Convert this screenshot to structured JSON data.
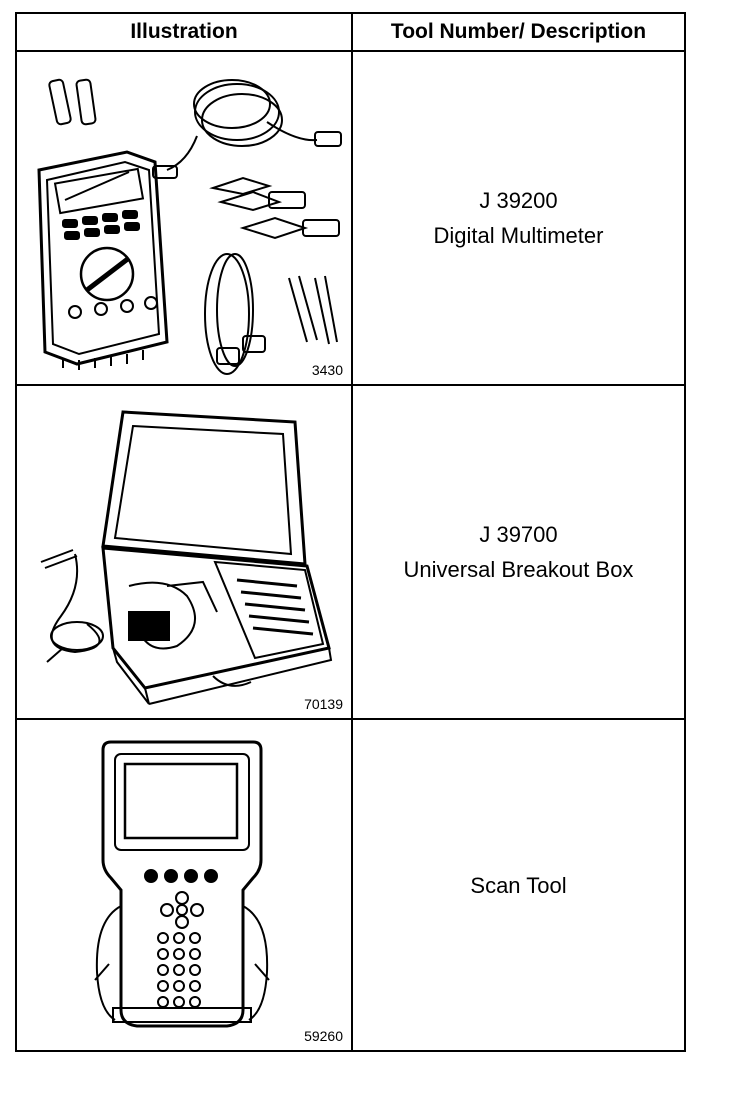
{
  "table": {
    "headers": {
      "illustration": "Illustration",
      "description": "Tool Number/ Description"
    },
    "rows": [
      {
        "figure": "3430",
        "tool_number": "J 39200",
        "description": "Digital Multimeter",
        "icon": "multimeter-icon"
      },
      {
        "figure": "70139",
        "tool_number": "J 39700",
        "description": "Universal Breakout Box",
        "icon": "breakout-box-icon"
      },
      {
        "figure": "59260",
        "tool_number": "",
        "description": "Scan Tool",
        "icon": "scan-tool-icon"
      }
    ]
  }
}
